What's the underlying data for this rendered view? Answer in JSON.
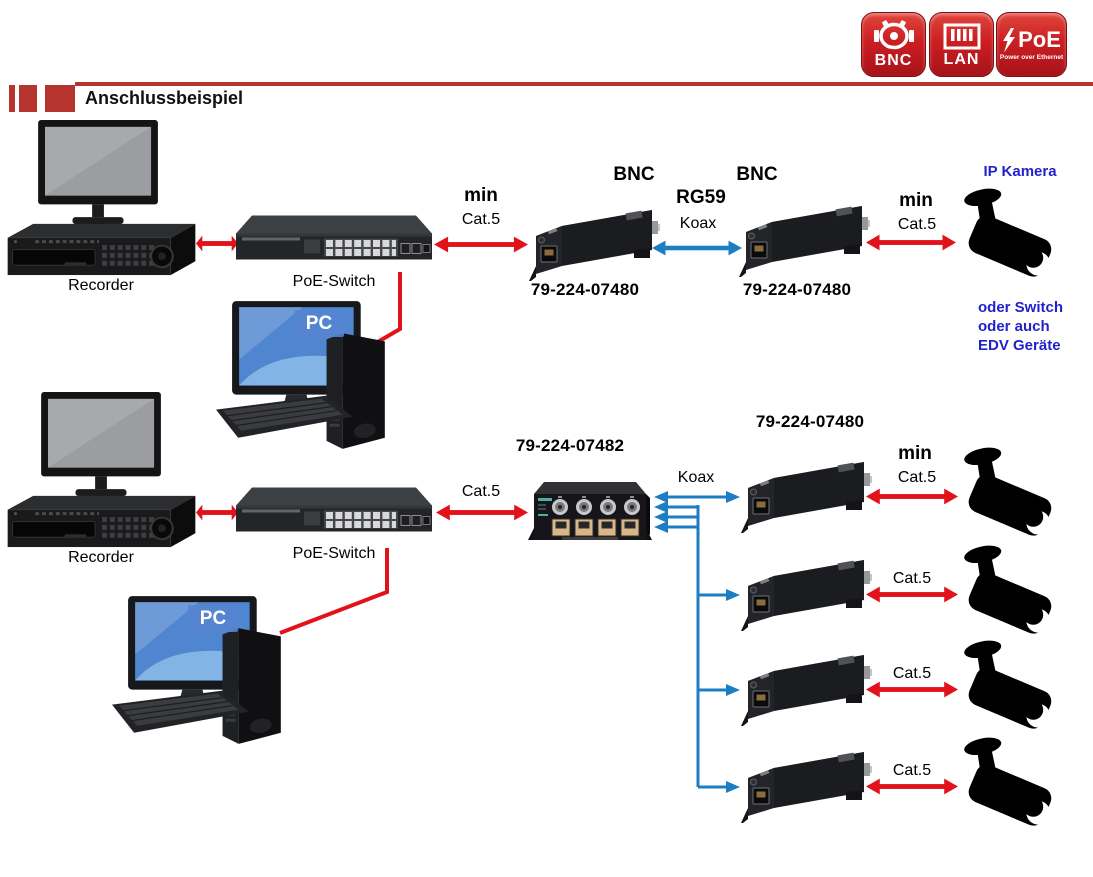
{
  "header": {
    "title": "Anschlussbeispiel"
  },
  "badges": {
    "bnc": {
      "label": "BNC",
      "icon": "bnc-connector-icon"
    },
    "lan": {
      "label": "LAN",
      "icon": "rj45-port-icon"
    },
    "poe": {
      "label": "PoE",
      "subtitle": "Power over Ethernet",
      "icon": "lightning-bolt-icon"
    }
  },
  "example_top": {
    "recorder_label": "Recorder",
    "switch_label": "PoE-Switch",
    "pc_label": "PC",
    "link_switch_extender": {
      "emphasis": "min",
      "cable": "Cat.5"
    },
    "extender_left": {
      "connector": "BNC",
      "part_number": "79-224-07480"
    },
    "link_coax": {
      "emphasis": "RG59",
      "cable": "Koax"
    },
    "extender_right": {
      "connector": "BNC",
      "part_number": "79-224-07480"
    },
    "link_extender_camera": {
      "emphasis": "min",
      "cable": "Cat.5"
    },
    "camera_label": "IP Kamera",
    "camera_notes": [
      "oder Switch",
      "oder auch",
      "EDV Geräte"
    ]
  },
  "example_bottom": {
    "recorder_label": "Recorder",
    "switch_label": "PoE-Switch",
    "pc_label": "PC",
    "link_switch_hub": {
      "cable": "Cat.5"
    },
    "hub": {
      "part_number": "79-224-07482"
    },
    "koax_label": "Koax",
    "extender_part_number": "79-224-07480",
    "camera_links": [
      {
        "emphasis": "min",
        "cable": "Cat.5"
      },
      {
        "cable": "Cat.5"
      },
      {
        "cable": "Cat.5"
      },
      {
        "cable": "Cat.5"
      }
    ]
  },
  "colors": {
    "accent_red": "#b5352e",
    "badge_red": "#cb1f22",
    "arrow_red": "#e2121b",
    "arrow_blue": "#1b7ec2",
    "text_blue": "#2222cc"
  }
}
